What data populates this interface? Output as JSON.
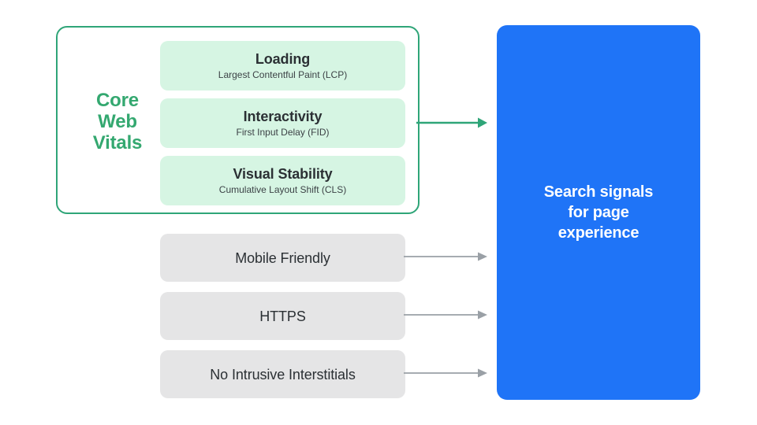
{
  "diagram": {
    "title": "Search signals for page experience",
    "colors": {
      "accent_green": "#2FA578",
      "label_green": "#34A870",
      "card_mint": "#D6F5E3",
      "card_gray": "#E5E5E6",
      "panel_blue": "#1F74F7",
      "arrow_gray": "#9AA0A6",
      "text_dark": "#2B3034",
      "text_white": "#FFFFFF",
      "background": "#FFFFFF"
    },
    "core_web_vitals": {
      "group_label": "Core\nWeb\nVitals",
      "group_label_lines": [
        "Core",
        "Web",
        "Vitals"
      ],
      "metrics": [
        {
          "title": "Loading",
          "subtitle": "Largest Contentful Paint (LCP)"
        },
        {
          "title": "Interactivity",
          "subtitle": "First Input Delay (FID)"
        },
        {
          "title": "Visual Stability",
          "subtitle": "Cumulative Layout Shift (CLS)"
        }
      ]
    },
    "other_signals": [
      {
        "label": "Mobile Friendly"
      },
      {
        "label": "HTTPS"
      },
      {
        "label": "No Intrusive Interstitials"
      }
    ],
    "result_panel": {
      "text": "Search signals\nfor page\nexperience"
    },
    "connectors": [
      {
        "name": "core-web-vitals-arrow",
        "color": "#2FA578",
        "from": "core-web-vitals-group",
        "to": "result-panel"
      },
      {
        "name": "mobile-friendly-arrow",
        "color": "#9AA0A6",
        "from": "signal-mobile-friendly",
        "to": "result-panel"
      },
      {
        "name": "https-arrow",
        "color": "#9AA0A6",
        "from": "signal-https",
        "to": "result-panel"
      },
      {
        "name": "no-intrusive-interstitials-arrow",
        "color": "#9AA0A6",
        "from": "signal-no-intrusive-interstitials",
        "to": "result-panel"
      }
    ]
  }
}
